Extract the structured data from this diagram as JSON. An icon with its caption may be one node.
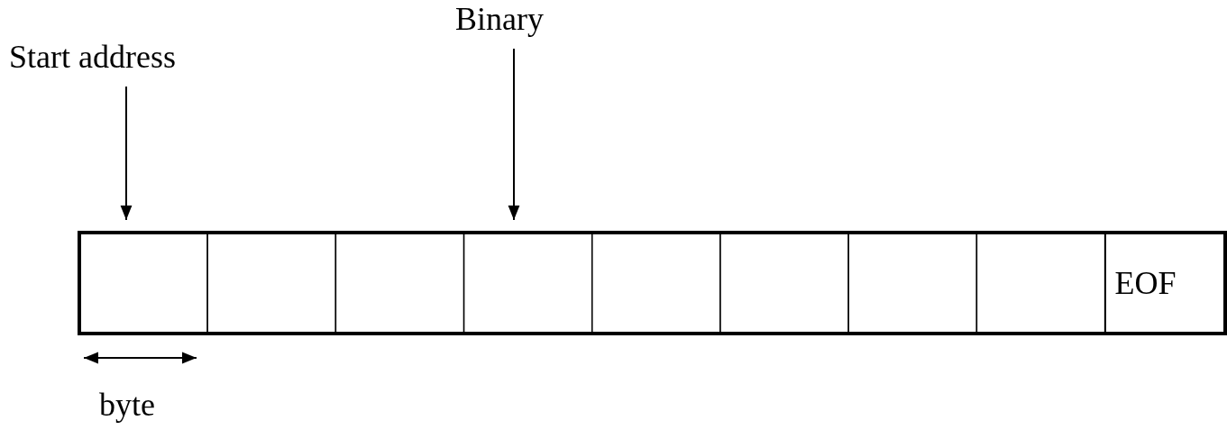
{
  "diagram": {
    "nodes": [
      {
        "text": [
          "Start address"
        ]
      },
      {
        "text": [
          "Binary"
        ]
      },
      {
        "text": [],
        "shape": "box"
      },
      {
        "text": [],
        "shape": "box"
      },
      {
        "text": [],
        "shape": "box"
      },
      {
        "text": [],
        "shape": "box"
      },
      {
        "text": [],
        "shape": "box"
      },
      {
        "text": [],
        "shape": "box"
      },
      {
        "text": [],
        "shape": "box"
      },
      {
        "text": [],
        "shape": "box"
      },
      {
        "text": [
          "EOF"
        ]
      }
    ],
    "edges": [
      {
        "from": 0,
        "to": 2,
        "arrow": "to"
      },
      {
        "from": 1,
        "to": 5,
        "arrow": "to"
      }
    ],
    "labels": [
      "byte"
    ]
  }
}
